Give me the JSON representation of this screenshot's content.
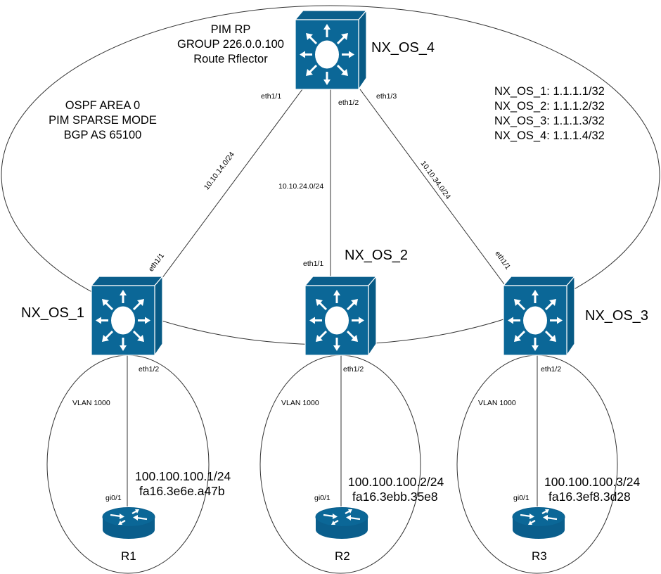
{
  "diagram": {
    "colors": {
      "device_fill": "#0b6797",
      "device_side": "#075a85",
      "device_top": "#0a5e8c",
      "device_stroke": "#ffffff",
      "line": "#333333"
    },
    "annotations": {
      "rp": [
        "PIM RP",
        "GROUP 226.0.0.100",
        "Route Rflector"
      ],
      "domain": [
        "OSPF AREA 0",
        "PIM SPARSE MODE",
        "BGP AS 65100"
      ],
      "loopbacks": [
        "NX_OS_1: 1.1.1.1/32",
        "NX_OS_2: 1.1.1.2/32",
        "NX_OS_3: 1.1.1.3/32",
        "NX_OS_4: 1.1.1.4/32"
      ]
    },
    "switches": [
      {
        "name": "NX_OS_4",
        "icon": "layer3-switch-icon"
      },
      {
        "name": "NX_OS_1",
        "icon": "layer3-switch-icon"
      },
      {
        "name": "NX_OS_2",
        "icon": "layer3-switch-icon"
      },
      {
        "name": "NX_OS_3",
        "icon": "layer3-switch-icon"
      }
    ],
    "links": [
      {
        "from": "NX_OS_4",
        "to": "NX_OS_1",
        "subnet": "10.10.14.0/24",
        "from_if": "eth1/1",
        "to_if": "eth1/1"
      },
      {
        "from": "NX_OS_4",
        "to": "NX_OS_2",
        "subnet": "10.10.24.0/24",
        "from_if": "eth1/2",
        "to_if": "eth1/1"
      },
      {
        "from": "NX_OS_4",
        "to": "NX_OS_3",
        "subnet": "10.10.34.0/24",
        "from_if": "eth1/3",
        "to_if": "eth1/1"
      }
    ],
    "access": [
      {
        "switch": "NX_OS_1",
        "switch_if": "eth1/2",
        "vlan": "VLAN 1000",
        "router": "R1",
        "router_if": "gi0/1",
        "ip": "100.100.100.1/24",
        "mac": "fa16.3e6e.a47b",
        "icon": "router-icon"
      },
      {
        "switch": "NX_OS_2",
        "switch_if": "eth1/2",
        "vlan": "VLAN 1000",
        "router": "R2",
        "router_if": "gi0/1",
        "ip": "100.100.100.2/24",
        "mac": "fa16.3ebb.35e8",
        "icon": "router-icon"
      },
      {
        "switch": "NX_OS_3",
        "switch_if": "eth1/2",
        "vlan": "VLAN 1000",
        "router": "R3",
        "router_if": "gi0/1",
        "ip": "100.100.100.3/24",
        "mac": "fa16.3ef8.3d28",
        "icon": "router-icon"
      }
    ]
  }
}
